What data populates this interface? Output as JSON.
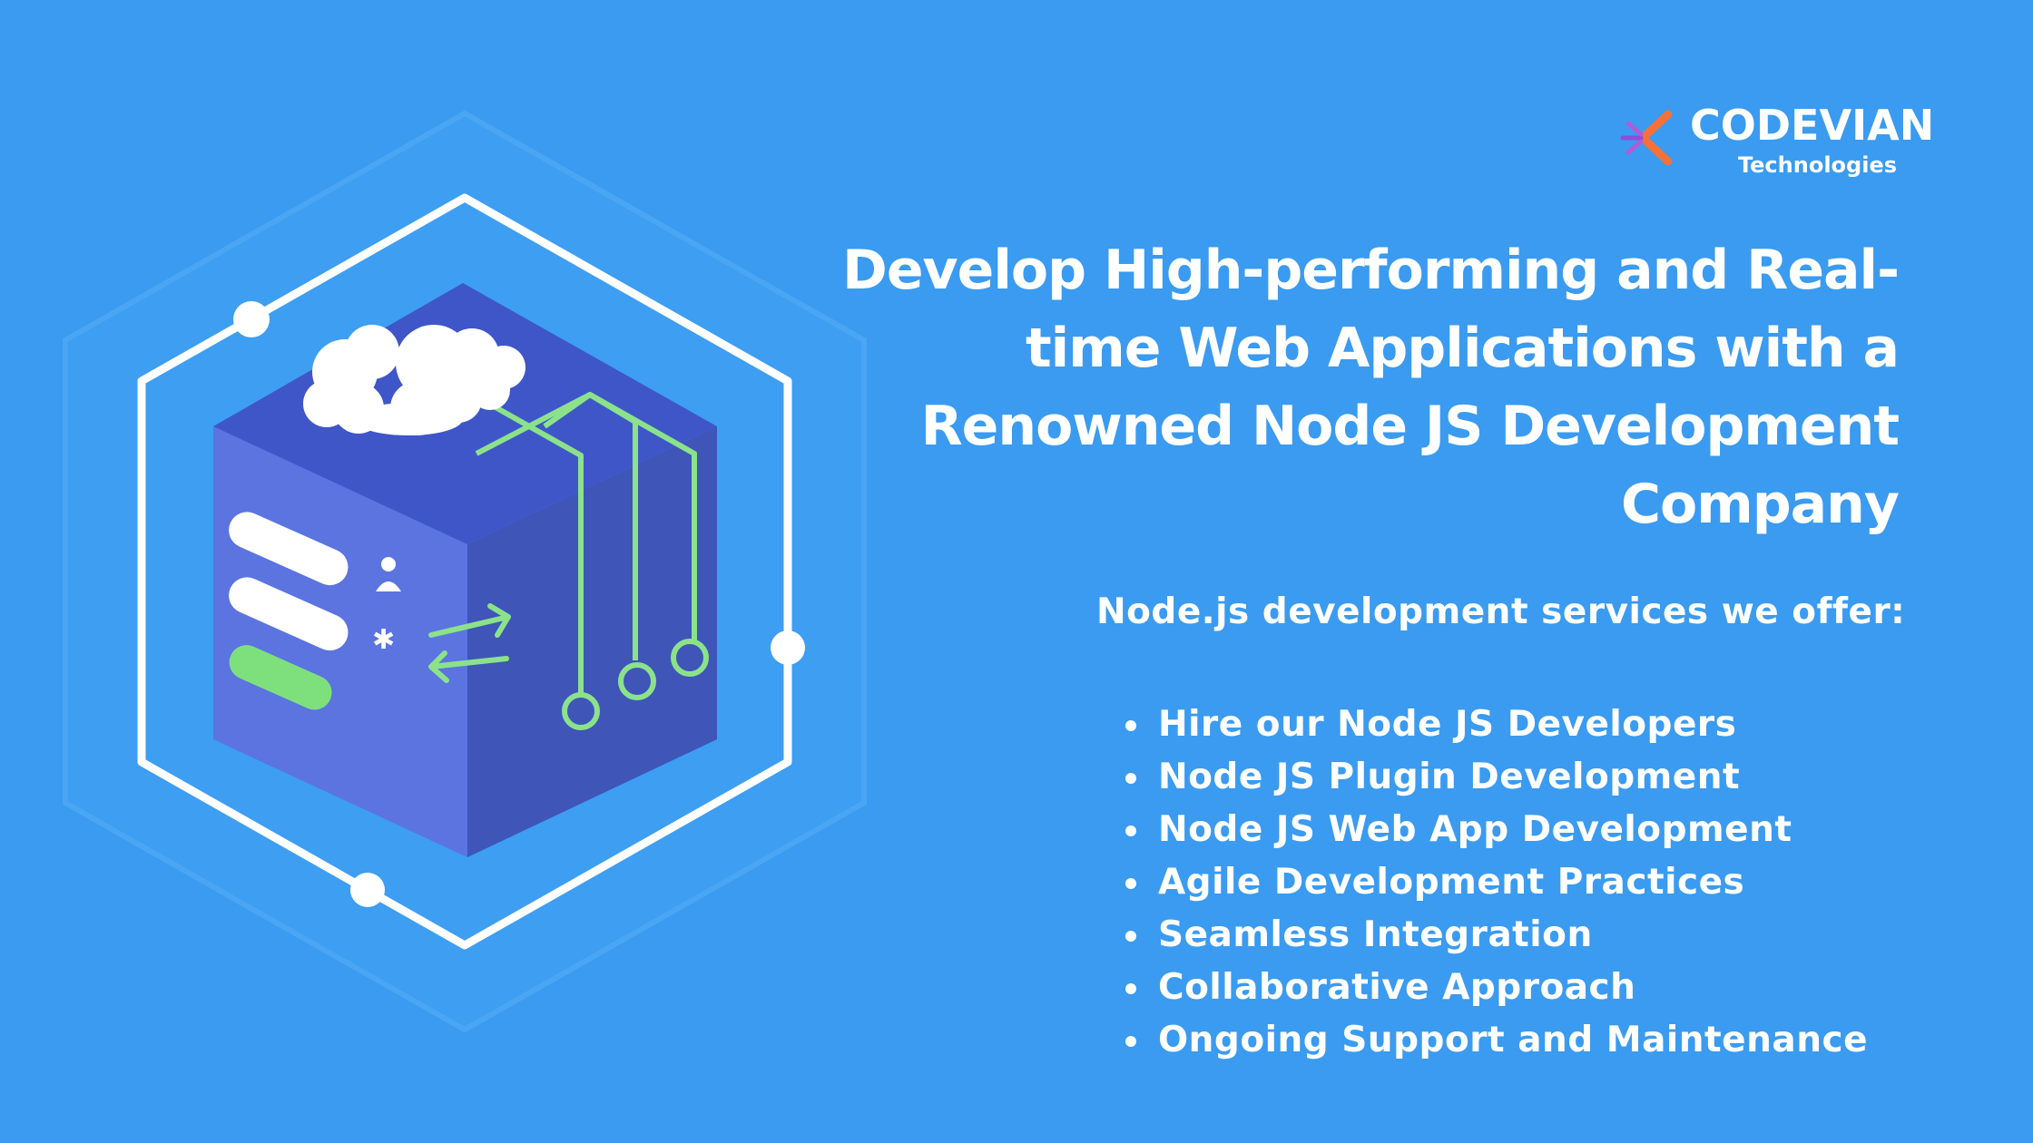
{
  "brand": {
    "name": "CODEVIAN",
    "subtitle": "Technologies",
    "colors": {
      "background": "#3a9bf0",
      "accent_orange": "#f5713a",
      "accent_purple": "#8c4dd9",
      "cube_top": "#3f56c8",
      "circuit_green": "#8be28a"
    }
  },
  "headline": {
    "lines": [
      "Develop High-performing and Real-",
      "time Web Applications with a",
      "Renowned Node JS Development",
      "Company"
    ]
  },
  "services": {
    "heading": "Node.js development services we offer:",
    "items": [
      "Hire our Node JS Developers",
      "Node JS Plugin Development",
      "Node JS Web App Development",
      "Agile Development Practices",
      "Seamless Integration",
      "Collaborative Approach",
      "Ongoing Support and Maintenance"
    ]
  },
  "illustration": {
    "icons": [
      "cloud-icon",
      "user-icon",
      "asterisk-icon",
      "swap-arrows-icon",
      "circuit-lines-icon"
    ]
  }
}
